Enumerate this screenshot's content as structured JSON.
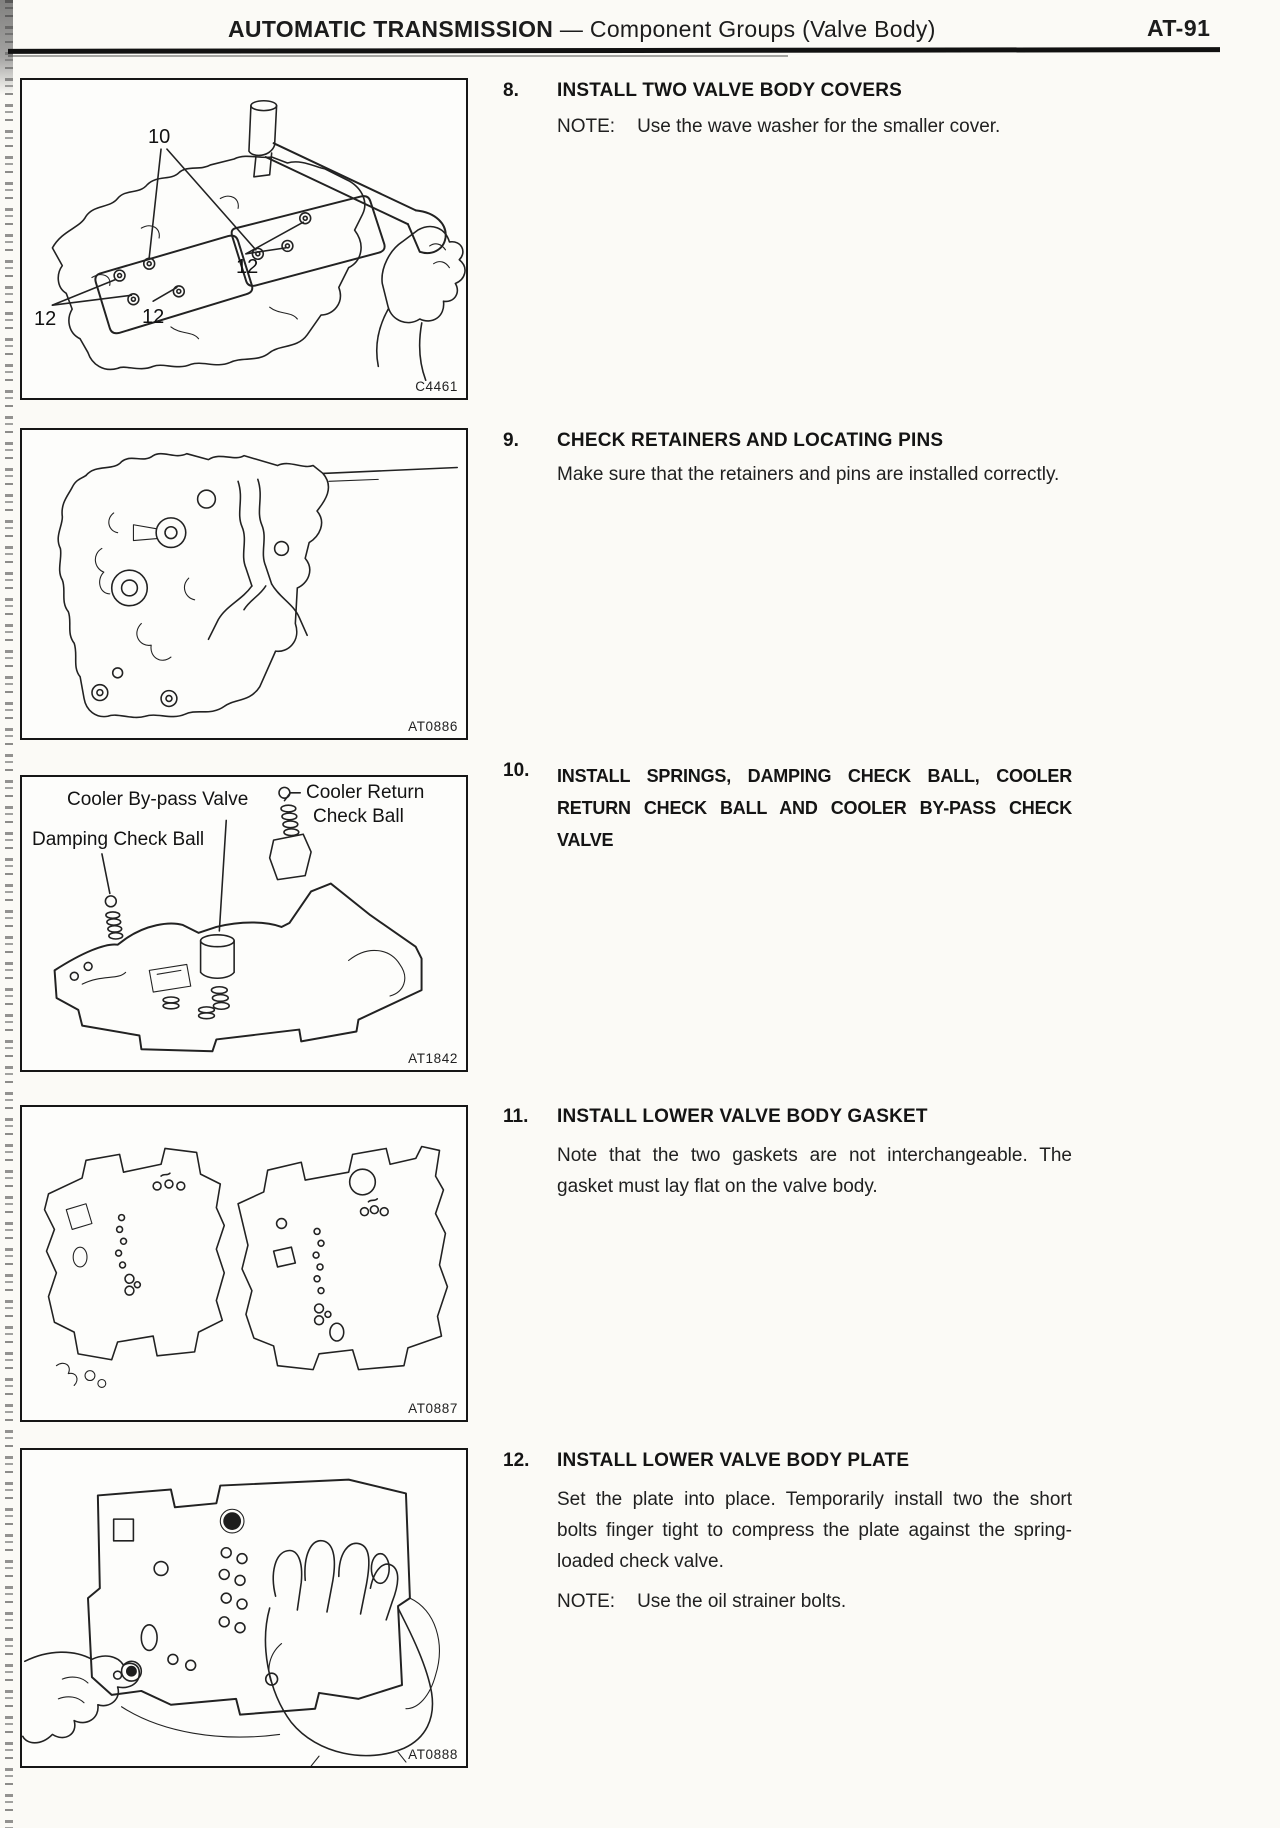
{
  "header": {
    "title_main": "AUTOMATIC TRANSMISSION",
    "title_sep": "—",
    "title_sub": "Component Groups (Valve Body)",
    "page_code": "AT-91"
  },
  "figures": [
    {
      "code": "C4461",
      "callout_10": "10",
      "callout_12a": "12",
      "callout_12b": "12",
      "callout_12c": "12"
    },
    {
      "code": "AT0886"
    },
    {
      "code": "AT1842",
      "label_bypass": "Cooler By-pass Valve",
      "label_damping": "Damping Check Ball",
      "label_return_line1": "Cooler Return",
      "label_return_line2": "Check Ball"
    },
    {
      "code": "AT0887"
    },
    {
      "code": "AT0888"
    }
  ],
  "steps": [
    {
      "number": "8.",
      "heading": "INSTALL TWO VALVE BODY COVERS",
      "note_label": "NOTE:",
      "note": "Use the wave washer for the smaller cover."
    },
    {
      "number": "9.",
      "heading": "CHECK RETAINERS AND LOCATING PINS",
      "body": "Make sure that the retainers and pins are installed correctly."
    },
    {
      "number": "10.",
      "heading_line1": "INSTALL SPRINGS, DAMPING CHECK BALL, COOLER",
      "heading_line2": "RETURN CHECK BALL AND COOLER BY-PASS CHECK",
      "heading_line3": "VALVE"
    },
    {
      "number": "11.",
      "heading": "INSTALL LOWER VALVE BODY GASKET",
      "body_line1": "Note that the two gaskets are not interchangeable. The",
      "body_line2": "gasket must lay flat on the valve body."
    },
    {
      "number": "12.",
      "heading": "INSTALL LOWER VALVE BODY PLATE",
      "body_line1": "Set the plate into place. Temporarily install two the short",
      "body_line2": "bolts finger tight to compress the plate against the spring-",
      "body_line3": "loaded check valve.",
      "note_label": "NOTE:",
      "note": "Use the oil strainer bolts."
    }
  ]
}
